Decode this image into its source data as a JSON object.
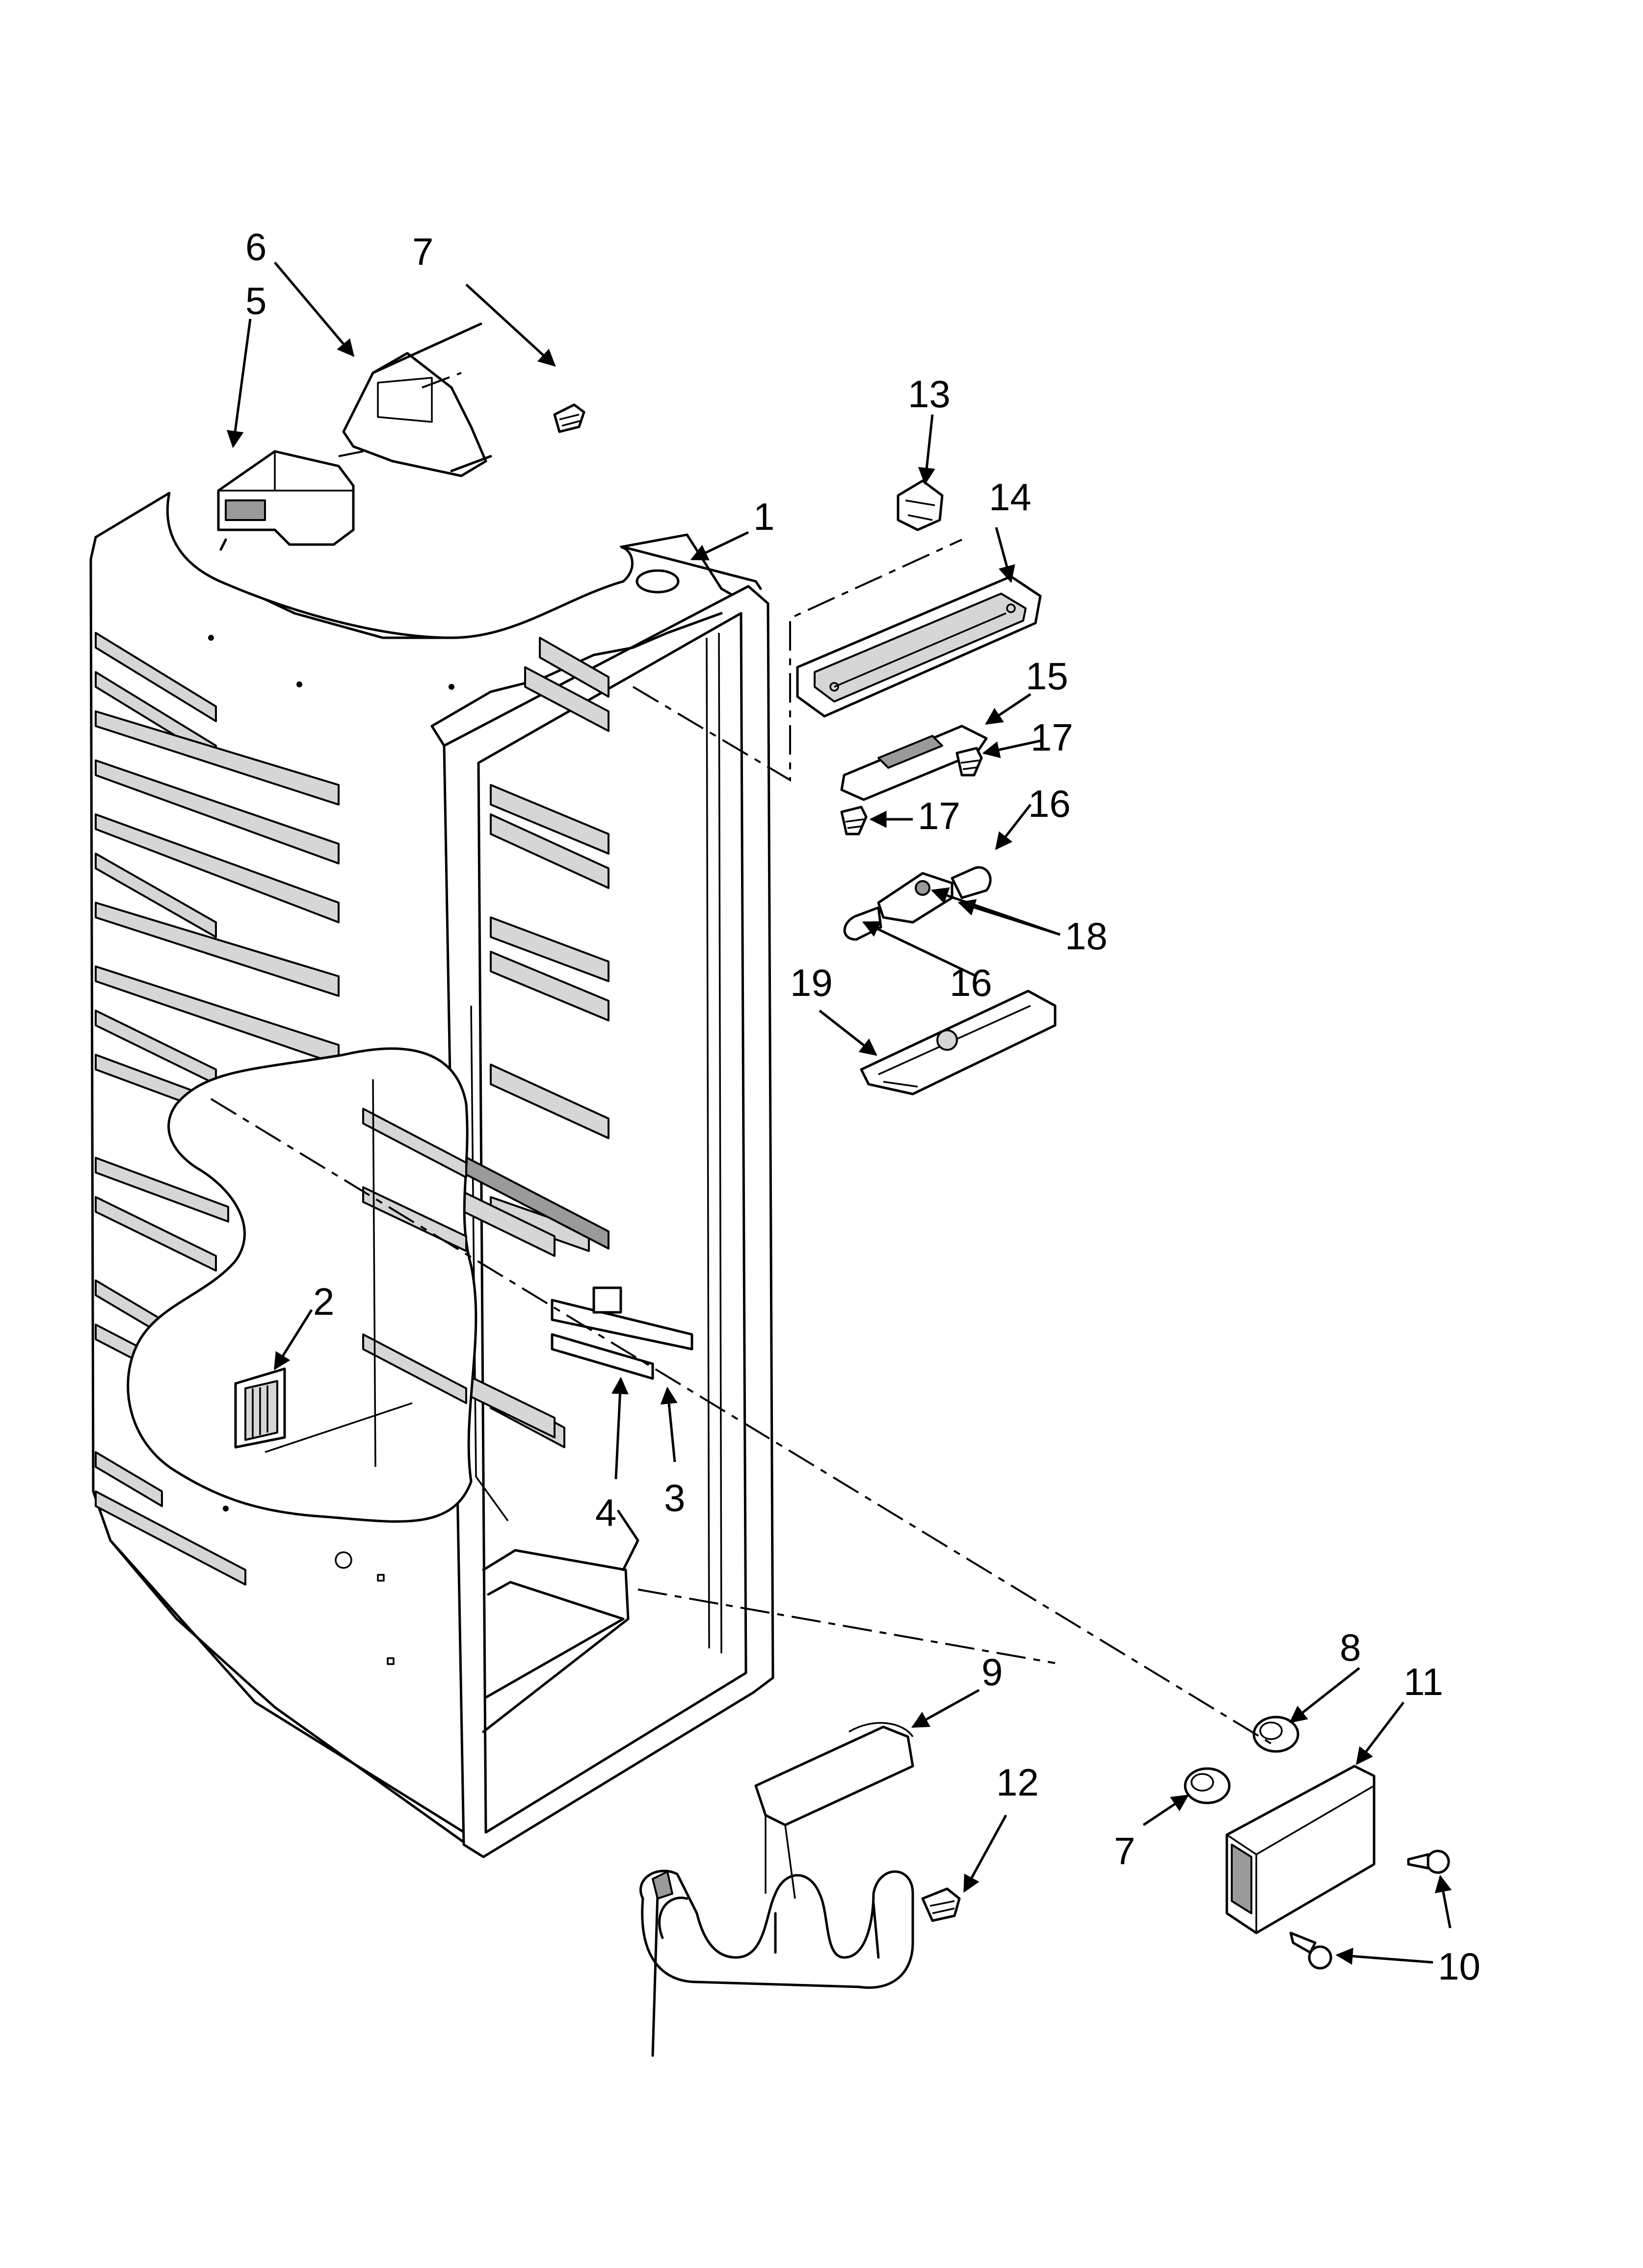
{
  "callouts": [
    {
      "id": "c1",
      "label": "1"
    },
    {
      "id": "c2",
      "label": "2"
    },
    {
      "id": "c3",
      "label": "3"
    },
    {
      "id": "c4",
      "label": "4"
    },
    {
      "id": "c5",
      "label": "5"
    },
    {
      "id": "c6",
      "label": "6"
    },
    {
      "id": "c7a",
      "label": "7"
    },
    {
      "id": "c7b",
      "label": "7"
    },
    {
      "id": "c8",
      "label": "8"
    },
    {
      "id": "c9",
      "label": "9"
    },
    {
      "id": "c10",
      "label": "10"
    },
    {
      "id": "c11",
      "label": "11"
    },
    {
      "id": "c12",
      "label": "12"
    },
    {
      "id": "c13",
      "label": "13"
    },
    {
      "id": "c14",
      "label": "14"
    },
    {
      "id": "c15",
      "label": "15"
    },
    {
      "id": "c16a",
      "label": "16"
    },
    {
      "id": "c16b",
      "label": "16"
    },
    {
      "id": "c17a",
      "label": "17"
    },
    {
      "id": "c17b",
      "label": "17"
    },
    {
      "id": "c18",
      "label": "18"
    },
    {
      "id": "c19",
      "label": "19"
    }
  ]
}
